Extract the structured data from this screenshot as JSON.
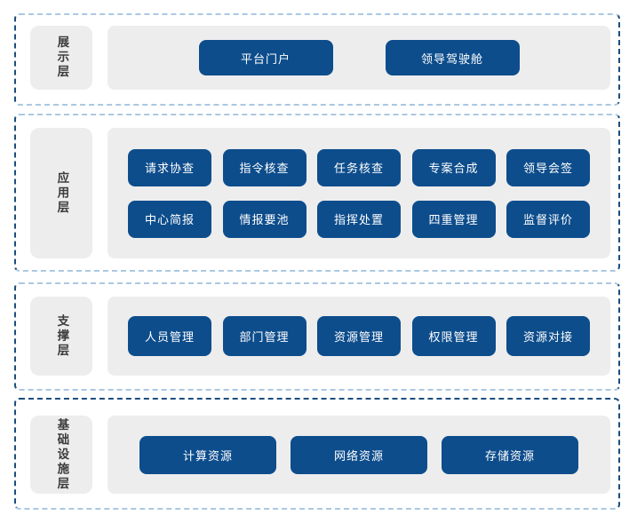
{
  "diagram_title": "layered-architecture",
  "colors": {
    "module_block": "#0d4d8c",
    "panel_bg": "#ededee",
    "label_text": "#3c3c3c",
    "dash_vertical": "#1a4e7d",
    "dash_horizontal": "#abc8e2",
    "module_text": "#ffffff",
    "background": "#ffffff"
  },
  "layers": [
    {
      "id": "presentation",
      "label": "展示层",
      "rows": [
        [
          "平台门户",
          "领导驾驶舱"
        ]
      ]
    },
    {
      "id": "application",
      "label": "应用层",
      "rows": [
        [
          "请求协查",
          "指令核查",
          "任务核查",
          "专案合成",
          "领导会签"
        ],
        [
          "中心简报",
          "情报要池",
          "指挥处置",
          "四重管理",
          "监督评价"
        ]
      ]
    },
    {
      "id": "support",
      "label": "支撑层",
      "rows": [
        [
          "人员管理",
          "部门管理",
          "资源管理",
          "权限管理",
          "资源对接"
        ]
      ]
    },
    {
      "id": "infrastructure",
      "label": "基础设施层",
      "rows": [
        [
          "计算资源",
          "网络资源",
          "存储资源"
        ]
      ]
    }
  ]
}
